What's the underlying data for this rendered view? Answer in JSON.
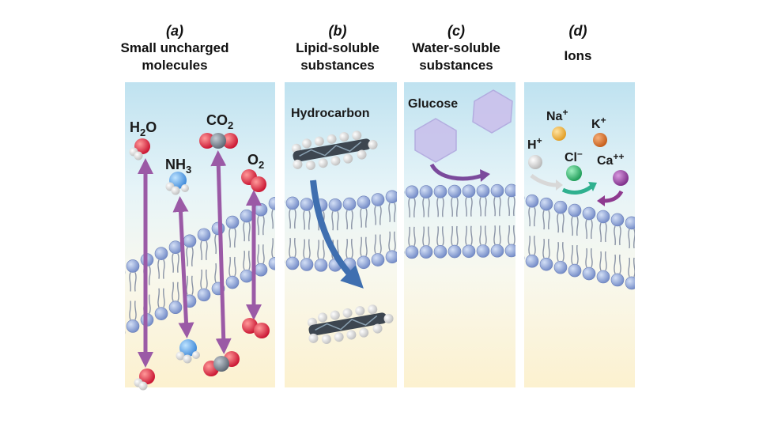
{
  "panels": [
    {
      "letter": "(a)",
      "title_line1": "Small uncharged",
      "title_line2": "molecules"
    },
    {
      "letter": "(b)",
      "title_line1": "Lipid-soluble",
      "title_line2": "substances"
    },
    {
      "letter": "(c)",
      "title_line1": "Water-soluble",
      "title_line2": "substances"
    },
    {
      "letter": "(d)",
      "title_line1": "Ions",
      "title_line2": ""
    }
  ],
  "molecules": {
    "h2o": {
      "main": "H",
      "sub": "2",
      "tail": "O"
    },
    "co2": {
      "main": "CO",
      "sub": "2"
    },
    "nh3": {
      "main": "NH",
      "sub": "3"
    },
    "o2": {
      "main": "O",
      "sub": "2"
    }
  },
  "hydrocarbon_label": "Hydrocarbon",
  "glucose_label": "Glucose",
  "ions": {
    "na": {
      "main": "Na",
      "sup": "+"
    },
    "k": {
      "main": "K",
      "sup": "+"
    },
    "h": {
      "main": "H",
      "sup": "+"
    },
    "cl": {
      "main": "Cl",
      "sup": "–"
    },
    "ca": {
      "main": "Ca",
      "sup": "++"
    }
  },
  "colors": {
    "water_top": "#bfe2f0",
    "water_mid": "#e9f5f8",
    "inside": "#fcf3d4",
    "lipid_head": "#8ea6d8",
    "lipid_tail": "#8b94a6",
    "arrow_purple": "#9b5aa6",
    "arrow_blue": "#3f6fb0",
    "na": "#f1b13c",
    "k": "#d9742b",
    "h": "#d9d9d9",
    "cl": "#2fb06a",
    "ca": "#8e3a8f"
  }
}
